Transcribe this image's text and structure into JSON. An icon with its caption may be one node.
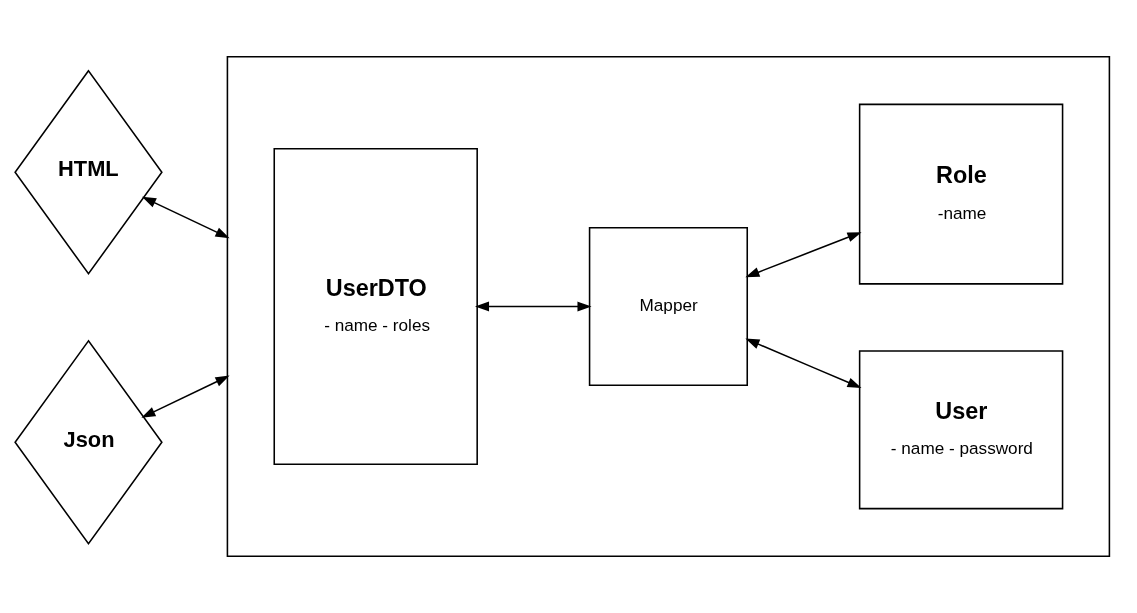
{
  "diagram": {
    "nodes": [
      {
        "text": [
          "HTML"
        ]
      },
      {
        "text": [
          "Json"
        ]
      },
      {
        "text": [],
        "shape": "box"
      },
      {
        "text": [
          "UserDTO",
          "- name - roles"
        ],
        "in": 2
      },
      {
        "text": [
          "Mapper"
        ],
        "in": 2
      },
      {
        "text": [
          "User",
          "- name - password"
        ],
        "in": 2
      },
      {
        "text": [
          "Role",
          "-name"
        ],
        "in": 2
      }
    ],
    "edges": [
      {
        "from": 0,
        "to": 2,
        "arrow": "both"
      },
      {
        "from": 1,
        "to": 2,
        "arrow": "both"
      },
      {
        "from": 3,
        "to": 4,
        "arrow": "both"
      },
      {
        "from": 4,
        "to": 5,
        "arrow": "both"
      },
      {
        "from": 4,
        "to": 6,
        "arrow": "both"
      }
    ]
  }
}
